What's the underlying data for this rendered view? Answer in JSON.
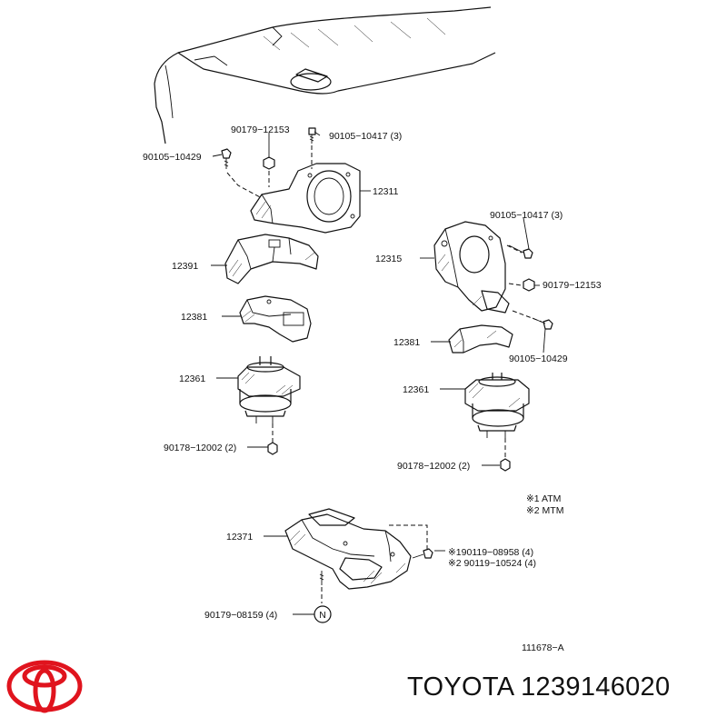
{
  "callouts": [
    {
      "id": "c01",
      "text": "90179−12153"
    },
    {
      "id": "c02",
      "text": "90105−10417 (3)"
    },
    {
      "id": "c03",
      "text": "90105−10429"
    },
    {
      "id": "c04",
      "text": "12311"
    },
    {
      "id": "c05",
      "text": "12391"
    },
    {
      "id": "c06",
      "text": "12381"
    },
    {
      "id": "c07",
      "text": "12361"
    },
    {
      "id": "c08",
      "text": "90178−12002 (2)"
    },
    {
      "id": "c09",
      "text": "90105−10417 (3)"
    },
    {
      "id": "c10",
      "text": "12315"
    },
    {
      "id": "c11",
      "text": "90179−12153"
    },
    {
      "id": "c12",
      "text": "12381"
    },
    {
      "id": "c13",
      "text": "90105−10429"
    },
    {
      "id": "c14",
      "text": "12361"
    },
    {
      "id": "c15",
      "text": "90178−12002 (2)"
    },
    {
      "id": "c16",
      "text": "12371"
    },
    {
      "id": "c17",
      "text": "※190119−08958 (4)"
    },
    {
      "id": "c18",
      "text": "※2 90119−10524 (4)"
    },
    {
      "id": "c19",
      "text": "90179−08159 (4)"
    }
  ],
  "legend": [
    "※1 ATM",
    "※2 MTM"
  ],
  "n_marker": "N",
  "figure_code": "111678−A",
  "footer": {
    "brand": "TOYOTA",
    "part_number": "1239146020",
    "logo_color": "#e0141e"
  }
}
